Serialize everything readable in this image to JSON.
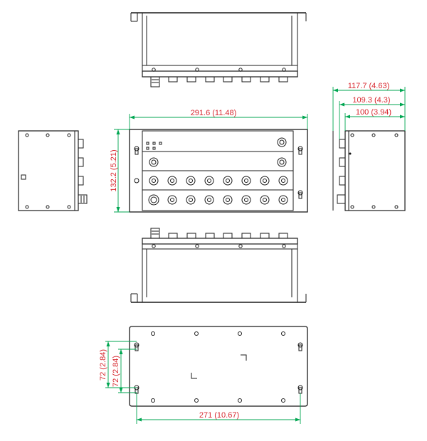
{
  "colors": {
    "outline": "#1a1a1a",
    "dimension_line": "#00a651",
    "dimension_text": "#d7282f",
    "background": "#ffffff"
  },
  "dimensions": {
    "front_width": "291.6 (11.48)",
    "front_height": "132.2 (5.21)",
    "side_depth_1": "117.7 (4.63)",
    "side_depth_2": "109.3 (4.3)",
    "side_depth_3": "100 (3.94)",
    "rear_hole_spacing_outer": "72 (2.84)",
    "rear_hole_spacing_inner": "72 (2.84)",
    "rear_mount_width": "271 (10.67)"
  }
}
